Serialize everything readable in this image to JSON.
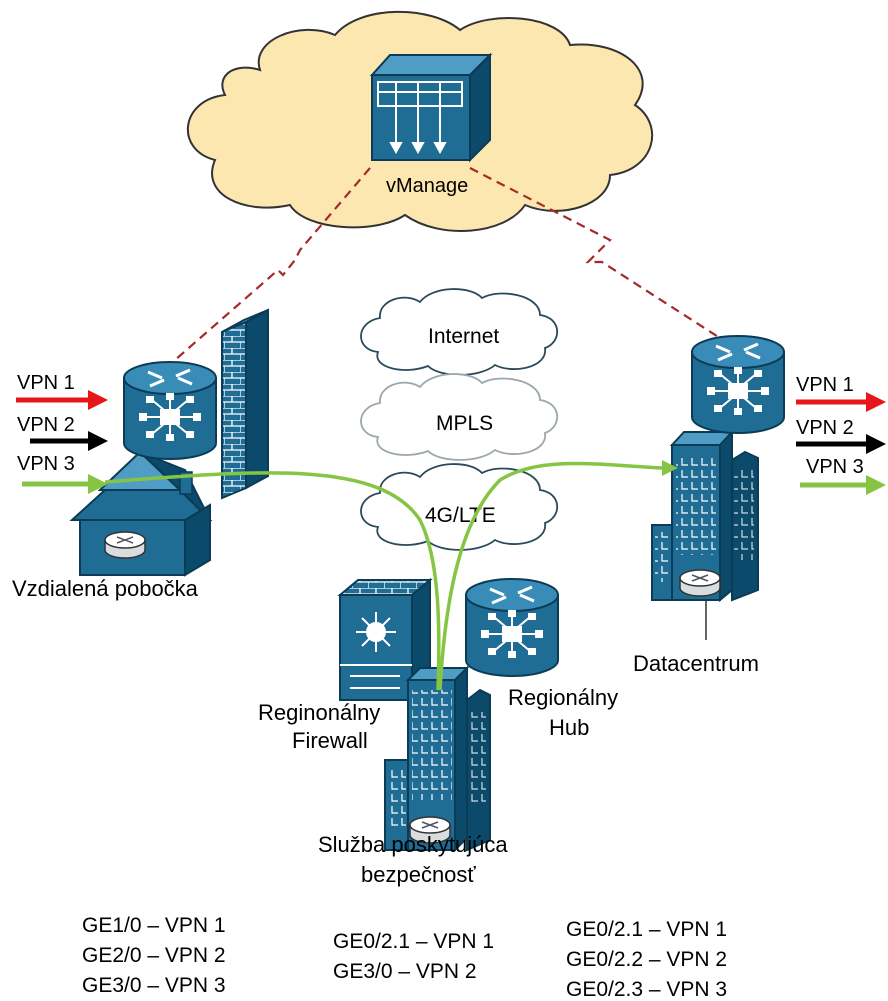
{
  "vmanage": {
    "label": "vManage"
  },
  "clouds": {
    "internet": "Internet",
    "mpls": "MPLS",
    "lte": "4G/LTE"
  },
  "branch": {
    "label": "Vzdialená pobočka",
    "vpn": [
      "VPN 1",
      "VPN 2",
      "VPN 3"
    ],
    "interfaces": [
      "GE1/0 – VPN 1",
      "GE2/0 – VPN 2",
      "GE3/0 – VPN 3"
    ]
  },
  "datacenter": {
    "label": "Datacentrum",
    "vpn": [
      "VPN 1",
      "VPN 2",
      "VPN 3"
    ],
    "interfaces": [
      "GE0/2.1 – VPN 1",
      "GE0/2.2 – VPN 2",
      "GE0/2.3 – VPN 3"
    ]
  },
  "regional": {
    "firewall_label": [
      "Reginonálny",
      "Firewall"
    ],
    "hub_label": [
      "Regionálny",
      "Hub"
    ],
    "service_label": [
      "Služba poskytujúca",
      "bezpečnosť"
    ],
    "interfaces": [
      "GE0/2.1 – VPN 1",
      "GE3/0 – VPN 2"
    ]
  },
  "colors": {
    "device_blue": "#1f6d95",
    "device_dark": "#0b4a6b",
    "cloud_fill": "#fde7b0",
    "vpn1": "#e8151b",
    "vpn2": "#000000",
    "vpn3": "#86c444",
    "control_link": "#a52a2a"
  },
  "icons": [
    "cloud-icon",
    "vmanage-server-icon",
    "router-icon",
    "firewall-wall-icon",
    "house-icon",
    "building-icon",
    "firewall-appliance-icon"
  ]
}
